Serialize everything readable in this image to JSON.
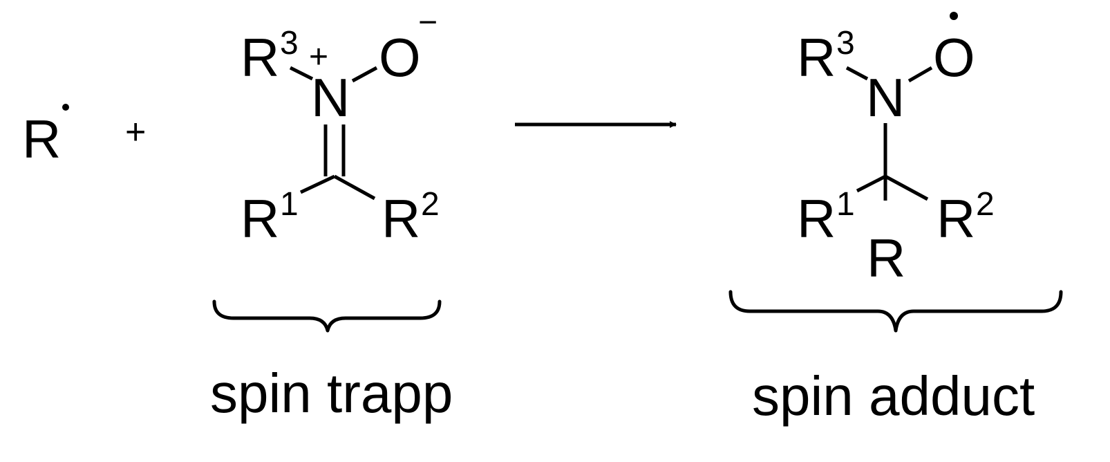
{
  "reactant_radical": {
    "symbol": "R",
    "radical": "•"
  },
  "plus_sign": "+",
  "spin_trap": {
    "nitrogen": "N",
    "nitrogen_charge": "+",
    "oxygen": "O",
    "oxygen_charge": "−",
    "r3": {
      "symbol": "R",
      "index": "3"
    },
    "r1": {
      "symbol": "R",
      "index": "1"
    },
    "r2": {
      "symbol": "R",
      "index": "2"
    }
  },
  "spin_adduct": {
    "nitrogen": "N",
    "oxygen": "O",
    "oxygen_radical": "•",
    "r3": {
      "symbol": "R",
      "index": "3"
    },
    "r1": {
      "symbol": "R",
      "index": "1"
    },
    "r2": {
      "symbol": "R",
      "index": "2"
    },
    "r": "R"
  },
  "labels": {
    "spin_trap": "spin trapp",
    "spin_adduct": "spin adduct"
  }
}
